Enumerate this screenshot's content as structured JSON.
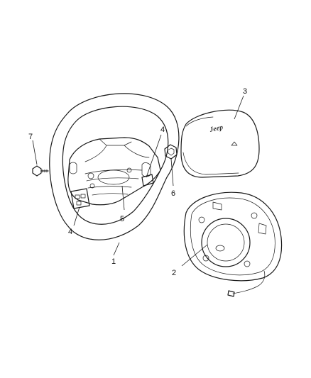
{
  "callouts": [
    {
      "id": "1",
      "text": "1"
    },
    {
      "id": "2",
      "text": "2"
    },
    {
      "id": "3",
      "text": "3"
    },
    {
      "id": "4a",
      "text": "4"
    },
    {
      "id": "4b",
      "text": "4"
    },
    {
      "id": "5",
      "text": "5"
    },
    {
      "id": "6",
      "text": "6"
    },
    {
      "id": "7",
      "text": "7"
    }
  ],
  "logo_text": "Jeep",
  "colors": {
    "line": "#1a1a1a",
    "background": "#ffffff"
  }
}
